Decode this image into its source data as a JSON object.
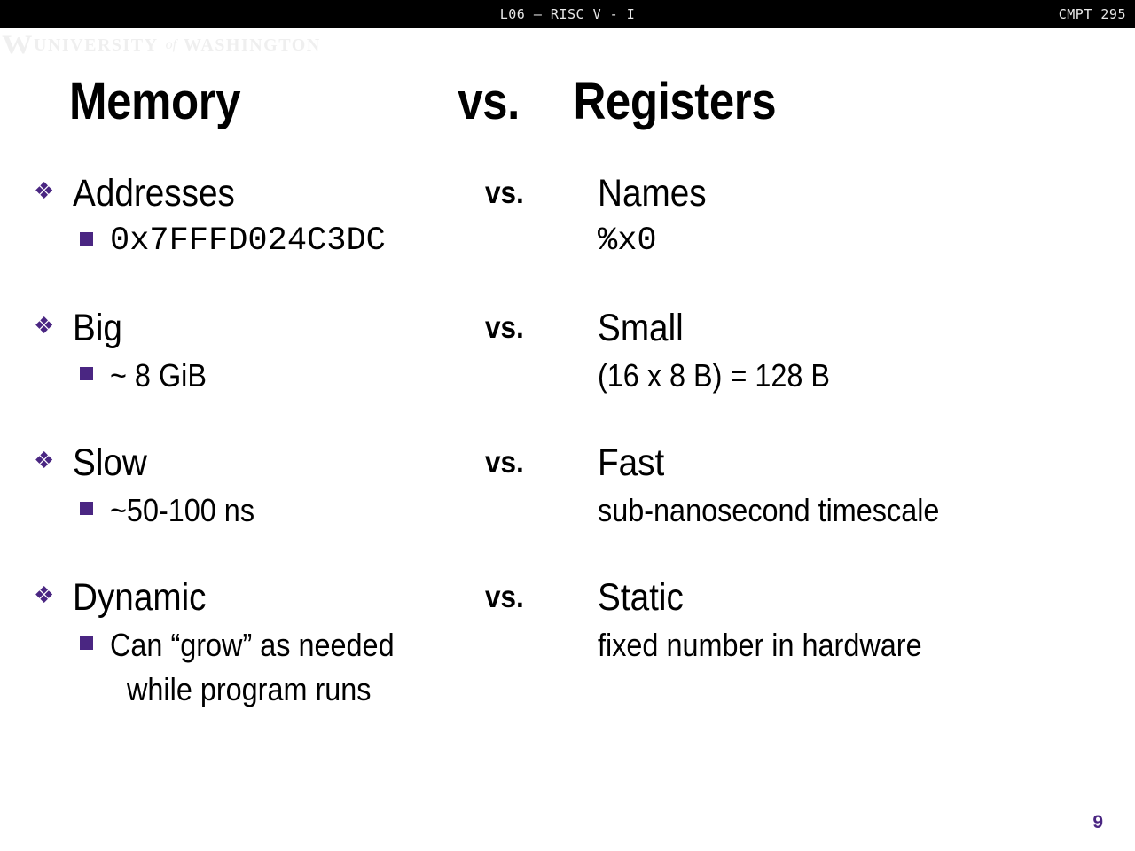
{
  "topbar": {
    "center_title": "L06 — RISC V - I",
    "right_label": "CMPT 295"
  },
  "watermark": {
    "mark": "W",
    "word_university": "UNIVERSITY",
    "word_of": "of",
    "word_washington": "WASHINGTON"
  },
  "title": {
    "left": "Memory",
    "vs": "vs.",
    "right": "Registers"
  },
  "icons": {
    "diamond_bullet": "❖",
    "square_bullet": "square-bullet"
  },
  "colors": {
    "accent_purple": "#4A2682",
    "topbar_background": "#000000",
    "topbar_text": "#e8e8e8",
    "page_background": "#ffffff",
    "body_text": "#000000"
  },
  "rows": [
    {
      "left": "Addresses",
      "vs": "vs.",
      "right": "Names",
      "sub_left": "0x7FFFD024C3DC",
      "sub_left_mono": true,
      "sub_right": "%x0",
      "sub_right_mono": true,
      "sub_left_wrap2": ""
    },
    {
      "left": "Big",
      "vs": "vs.",
      "right": "Small",
      "sub_left": "~ 8 GiB",
      "sub_left_mono": false,
      "sub_right": "(16 x 8 B) = 128 B",
      "sub_right_mono": false,
      "sub_left_wrap2": ""
    },
    {
      "left": "Slow",
      "vs": "vs.",
      "right": "Fast",
      "sub_left": "~50-100 ns",
      "sub_left_mono": false,
      "sub_right": "sub-nanosecond timescale",
      "sub_right_mono": false,
      "sub_left_wrap2": ""
    },
    {
      "left": "Dynamic",
      "vs": "vs.",
      "right": "Static",
      "sub_left": "Can “grow” as needed",
      "sub_left_mono": false,
      "sub_right": "fixed number in hardware",
      "sub_right_mono": false,
      "sub_left_wrap2": "while program runs"
    }
  ],
  "footer": {
    "page_number": "9"
  }
}
